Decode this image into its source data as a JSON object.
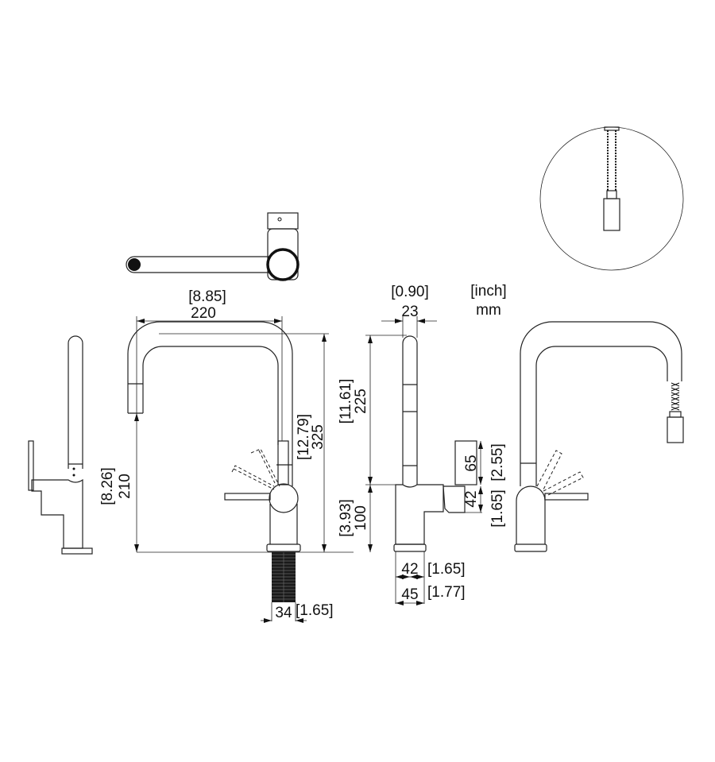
{
  "units": {
    "inch_label": "[inch]",
    "mm_label": "mm"
  },
  "dimensions": {
    "spout_reach": {
      "inch": "[8.85]",
      "mm": "220"
    },
    "spout_clearance": {
      "inch": "[8.26]",
      "mm": "210"
    },
    "total_height": {
      "inch": "[12.79]",
      "mm": "325"
    },
    "spout_height": {
      "inch": "[11.61]",
      "mm": "225"
    },
    "body_height": {
      "inch": "[3.93]",
      "mm": "100"
    },
    "spout_width": {
      "inch": "[0.90]",
      "mm": "23"
    },
    "handle_height": {
      "inch": "[2.55]",
      "mm": "65"
    },
    "handle_base": {
      "inch": "[1.65]",
      "mm": "42"
    },
    "body_diameter": {
      "inch": "[1.65]",
      "mm": "42"
    },
    "base_diameter": {
      "inch": "[1.77]",
      "mm": "45"
    },
    "hose_diameter": {
      "inch": "[1.65]",
      "mm": "34"
    }
  },
  "colors": {
    "line": "#222222",
    "background": "#ffffff"
  }
}
